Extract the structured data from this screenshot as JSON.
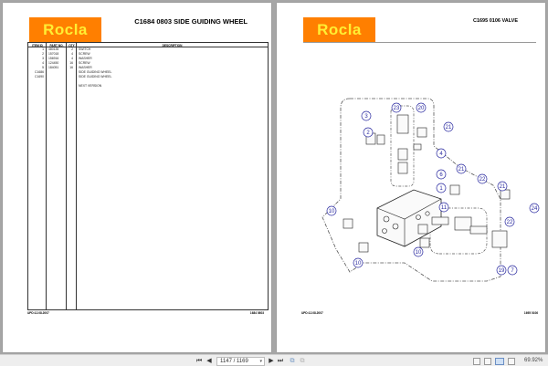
{
  "left_page": {
    "logo": "Rocla",
    "title": "C1684 0803  SIDE GUIDING WHEEL",
    "table": {
      "headers": [
        "ITEM ID",
        "PART NO.",
        "QTY",
        "DESCRIPTION"
      ],
      "rows": [
        {
          "item": "1",
          "part": "480135",
          "qty": "2",
          "desc": "SWITCH"
        },
        {
          "item": "2",
          "part": "157018",
          "qty": "4",
          "desc": "SCREW"
        },
        {
          "item": "3",
          "part": "156916",
          "qty": "4",
          "desc": "WASHER"
        },
        {
          "item": "4",
          "part": "124450",
          "qty": "16",
          "desc": "SCREW"
        },
        {
          "item": "5",
          "part": "184051",
          "qty": "16",
          "desc": "WASHER"
        },
        {
          "item": "C1686",
          "part": "",
          "qty": "",
          "desc": "SIDE GUIDING WHEEL"
        },
        {
          "item": "C1690",
          "part": "",
          "qty": "",
          "desc": "SIDE GUIDING WHEEL"
        },
        {
          "item": "",
          "part": "",
          "qty": "",
          "desc": ""
        },
        {
          "item": "",
          "part": "",
          "qty": "",
          "desc": "NEXT VERSION"
        }
      ]
    },
    "footer_left": "UPD:12.08.2007",
    "footer_right": "1684 0803"
  },
  "right_page": {
    "logo": "Rocla",
    "title": "C1695 0106  VALVE",
    "callouts": [
      "23",
      "20",
      "3",
      "2",
      "21",
      "4",
      "6",
      "21",
      "22",
      "1",
      "21",
      "24",
      "10",
      "11",
      "22",
      "10",
      "10",
      "19",
      "7"
    ],
    "footer_left": "UPD:12.08.2007",
    "footer_right": "1695 0106"
  },
  "toolbar": {
    "first_page": "first-page",
    "prev_page": "previous-page",
    "page_input": "1147 / 1169",
    "next_page": "next-page",
    "last_page": "last-page",
    "zoom": "69.92%"
  },
  "colors": {
    "logo_bg": "#ff7f00",
    "logo_text": "#ffee33",
    "callout": "#2a2aa0"
  }
}
